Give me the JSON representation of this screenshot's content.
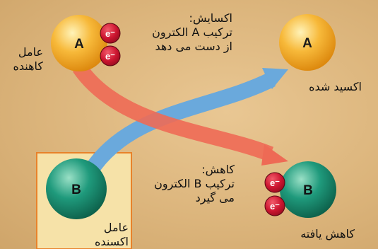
{
  "atoms": {
    "a_letter": "A",
    "b_letter": "B",
    "electron_symbol": "e⁻"
  },
  "labels": {
    "reducing_agent": "عامل\nکاهنده",
    "oxidizing_agent": "عامل\nاکسنده",
    "oxidation": "اکسایش:\nترکیب A الکترون\nاز دست می دهد",
    "reduction": "کاهش:\nترکیب B الکترون\nمی گیرد",
    "oxidized": "اکسید شده",
    "reduced": "کاهش یافته"
  },
  "colors": {
    "background": "#dcb57c",
    "atom_a": "#f3a21c",
    "atom_b": "#1f8e72",
    "electron": "#c8102e",
    "arrow_red": "#ee6a55",
    "arrow_blue": "#6aa9dc",
    "panel": "#f6e2a8",
    "panel_border": "#e8822a"
  }
}
